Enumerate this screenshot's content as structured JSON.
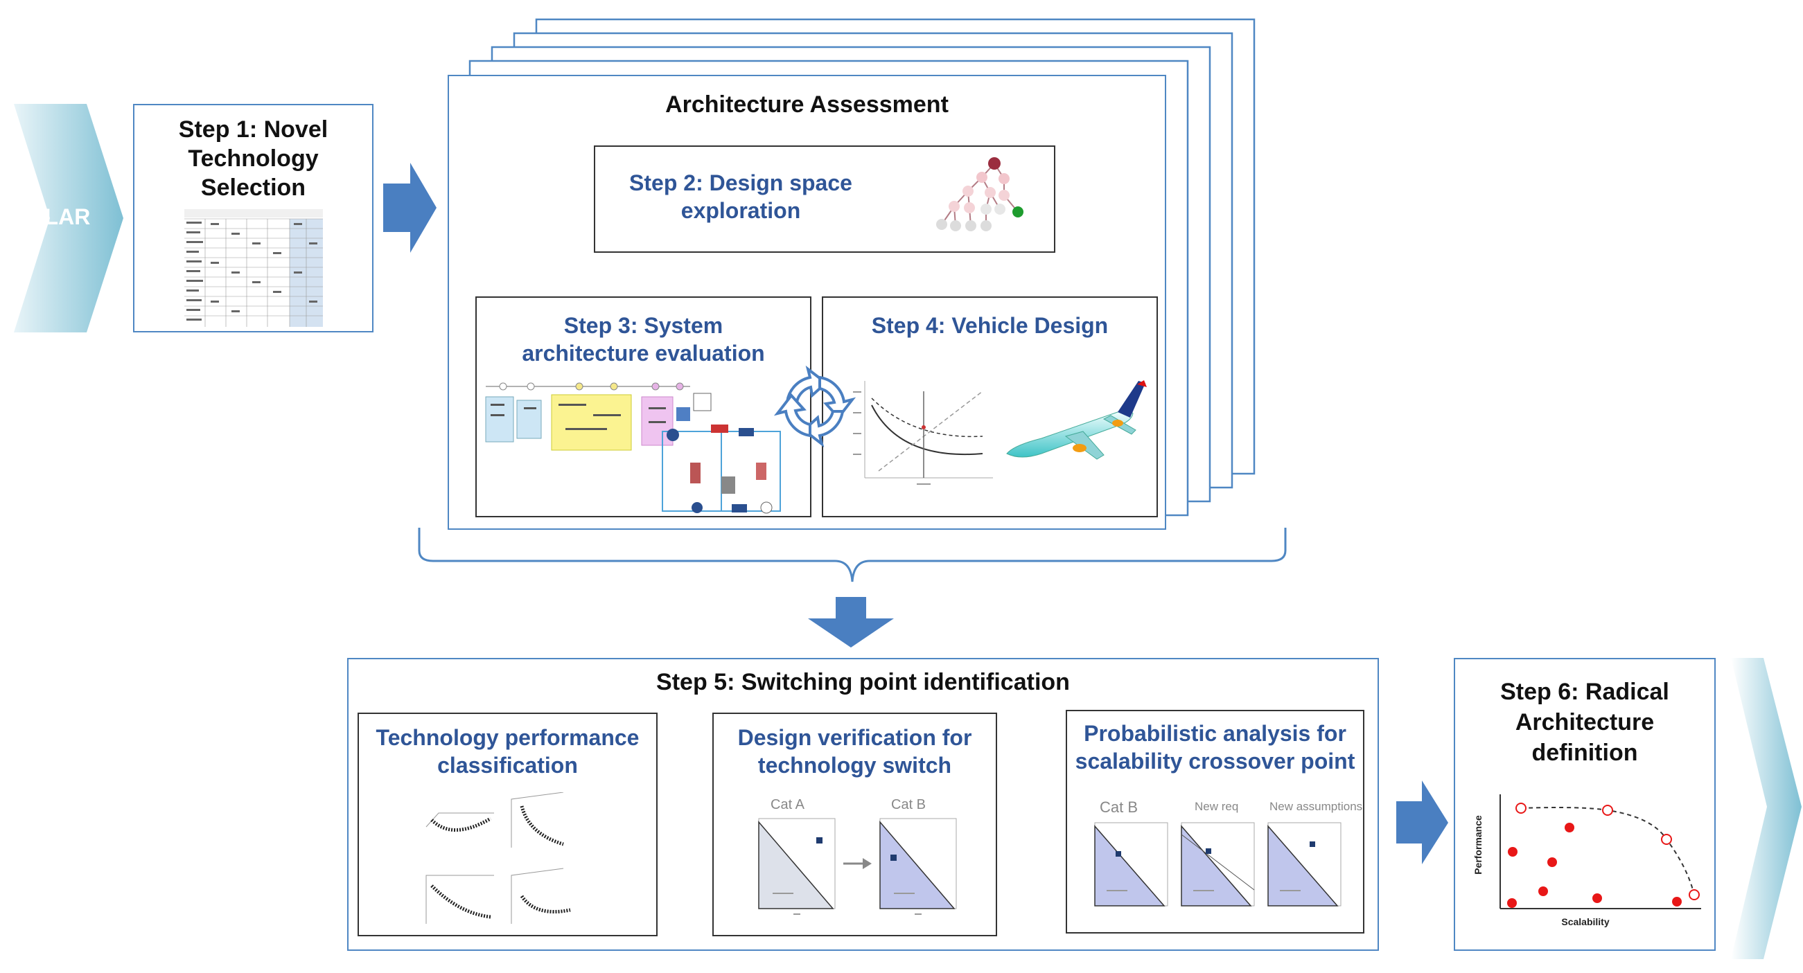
{
  "tlar": {
    "label": "TLAR"
  },
  "step1": {
    "title_line1": "Step 1: Novel",
    "title_line2": "Technology",
    "title_line3": "Selection"
  },
  "architecture": {
    "title": "Architecture Assessment"
  },
  "step2": {
    "title_line1": "Step 2: Design space",
    "title_line2": "exploration"
  },
  "step3": {
    "title_line1": "Step 3: System",
    "title_line2": "architecture evaluation"
  },
  "step4": {
    "title": "Step 4: Vehicle Design"
  },
  "step5": {
    "title": "Step 5: Switching point identification",
    "panel1": {
      "title_line1": "Technology performance",
      "title_line2": "classification"
    },
    "panel2": {
      "title_line1": "Design verification for",
      "title_line2": "technology switch",
      "cat_a": "Cat A",
      "cat_b": "Cat B"
    },
    "panel3": {
      "title_line1": "Probabilistic analysis for",
      "title_line2": "scalability crossover point",
      "cat_b": "Cat B",
      "new_req": "New req",
      "new_assumptions": "New assumptions"
    }
  },
  "step6": {
    "title_line1": "Step 6: Radical",
    "title_line2": "Architecture",
    "title_line3": "definition",
    "y_axis": "Performance",
    "x_axis": "Scalability"
  },
  "colors": {
    "frame_blue": "#4f87c3",
    "arrow_blue": "#4a7fc1",
    "title_blue": "#2f5597",
    "chevron_light": "#e3f1f6",
    "chevron_dark": "#8cc8d8"
  }
}
